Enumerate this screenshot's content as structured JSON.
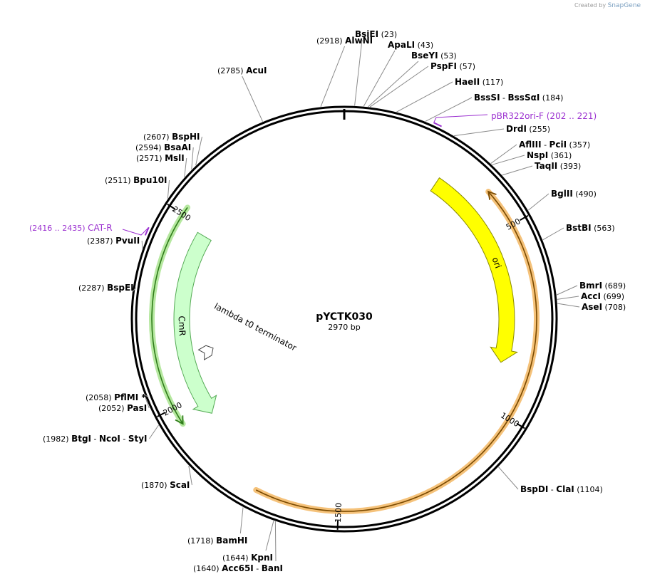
{
  "credit": {
    "prefix": "Created by",
    "brand": "SnapGene"
  },
  "plasmid": {
    "name": "pYCTK030",
    "length_label": "2970 bp",
    "length": 2970
  },
  "ticks": [
    {
      "pos": 500,
      "label": "500"
    },
    {
      "pos": 1000,
      "label": "1000"
    },
    {
      "pos": 1500,
      "label": "1500"
    },
    {
      "pos": 2000,
      "label": "2000"
    },
    {
      "pos": 2500,
      "label": "2500"
    }
  ],
  "features": [
    {
      "name": "ori",
      "start": 280,
      "end": 870,
      "direction": "forward",
      "color": "#ffff00",
      "stroke": "#8a8a00",
      "track": "inner",
      "type": "arrow"
    },
    {
      "name": "lambda t0 terminator",
      "start": 2100,
      "end": 2135,
      "direction": "reverse",
      "color": "#ffffff",
      "stroke": "#444444",
      "track": "inner",
      "type": "terminator"
    },
    {
      "name": "CmR",
      "start": 1935,
      "end": 2480,
      "direction": "reverse",
      "color": "#ccffcc",
      "stroke": "#55aa55",
      "track": "inner",
      "type": "arrow"
    },
    {
      "name": "",
      "start": 400,
      "end": 1710,
      "direction": "reverse",
      "color": "#f5c27a",
      "stroke": "#7a4a00",
      "track": "outer",
      "type": "orf"
    },
    {
      "name": "",
      "start": 1955,
      "end": 2520,
      "direction": "reverse",
      "color": "#b6e8a0",
      "stroke": "#2f7d1a",
      "track": "outer",
      "type": "orf"
    }
  ],
  "primers": [
    {
      "name": "pBR322ori-F",
      "range": "(202 .. 221)",
      "start": 202,
      "end": 221,
      "side": "right"
    },
    {
      "name": "CAT-R",
      "range": "(2416 .. 2435)",
      "start": 2416,
      "end": 2435,
      "side": "left"
    }
  ],
  "sites": [
    {
      "names": [
        "AlwNI"
      ],
      "pos": "(2918)",
      "loc": 2918,
      "side": "left"
    },
    {
      "names": [
        "BsiEI"
      ],
      "pos": "(23)",
      "loc": 23,
      "side": "right"
    },
    {
      "names": [
        "ApaLI"
      ],
      "pos": "(43)",
      "loc": 43,
      "side": "right"
    },
    {
      "names": [
        "BseYI"
      ],
      "pos": "(53)",
      "loc": 53,
      "side": "right"
    },
    {
      "names": [
        "PspFI"
      ],
      "pos": "(57)",
      "loc": 57,
      "side": "right"
    },
    {
      "names": [
        "HaeII"
      ],
      "pos": "(117)",
      "loc": 117,
      "side": "right"
    },
    {
      "names": [
        "BssSI",
        "BssSαI"
      ],
      "pos": "(184)",
      "loc": 184,
      "side": "right"
    },
    {
      "names": [
        "DrdI"
      ],
      "pos": "(255)",
      "loc": 255,
      "side": "right"
    },
    {
      "names": [
        "AflIII",
        "PciI"
      ],
      "pos": "(357)",
      "loc": 357,
      "side": "right"
    },
    {
      "names": [
        "NspI"
      ],
      "pos": "(361)",
      "loc": 361,
      "side": "right"
    },
    {
      "names": [
        "TaqII"
      ],
      "pos": "(393)",
      "loc": 393,
      "side": "right"
    },
    {
      "names": [
        "BglII"
      ],
      "pos": "(490)",
      "loc": 490,
      "side": "right"
    },
    {
      "names": [
        "BstBI"
      ],
      "pos": "(563)",
      "loc": 563,
      "side": "right"
    },
    {
      "names": [
        "BmrI"
      ],
      "pos": "(689)",
      "loc": 689,
      "side": "right"
    },
    {
      "names": [
        "AccI"
      ],
      "pos": "(699)",
      "loc": 699,
      "side": "right"
    },
    {
      "names": [
        "AseI"
      ],
      "pos": "(708)",
      "loc": 708,
      "side": "right"
    },
    {
      "names": [
        "BspDI",
        "ClaI"
      ],
      "pos": "(1104)",
      "loc": 1104,
      "side": "right"
    },
    {
      "names": [
        "KpnI"
      ],
      "pos": "(1644)",
      "loc": 1644,
      "side": "left"
    },
    {
      "names": [
        "Acc65I",
        "BanI"
      ],
      "pos": "(1640)",
      "loc": 1640,
      "side": "left"
    },
    {
      "names": [
        "BamHI"
      ],
      "pos": "(1718)",
      "loc": 1718,
      "side": "left"
    },
    {
      "names": [
        "ScaI"
      ],
      "pos": "(1870)",
      "loc": 1870,
      "side": "left"
    },
    {
      "names": [
        "BtgI",
        "NcoI",
        "StyI"
      ],
      "pos": "(1982)",
      "loc": 1982,
      "side": "left"
    },
    {
      "names": [
        "PasI"
      ],
      "pos": "(2052)",
      "loc": 2052,
      "side": "left"
    },
    {
      "names": [
        "PflMI *"
      ],
      "pos": "(2058)",
      "loc": 2058,
      "side": "left"
    },
    {
      "names": [
        "BspEI"
      ],
      "pos": "(2287)",
      "loc": 2287,
      "side": "left"
    },
    {
      "names": [
        "PvuII"
      ],
      "pos": "(2387)",
      "loc": 2387,
      "side": "left"
    },
    {
      "names": [
        "Bpu10I"
      ],
      "pos": "(2511)",
      "loc": 2511,
      "side": "left"
    },
    {
      "names": [
        "MslI"
      ],
      "pos": "(2571)",
      "loc": 2571,
      "side": "left"
    },
    {
      "names": [
        "BsaAI"
      ],
      "pos": "(2594)",
      "loc": 2594,
      "side": "left"
    },
    {
      "names": [
        "BspHI"
      ],
      "pos": "(2607)",
      "loc": 2607,
      "side": "left"
    },
    {
      "names": [
        "AcuI"
      ],
      "pos": "(2785)",
      "loc": 2785,
      "side": "left"
    }
  ]
}
